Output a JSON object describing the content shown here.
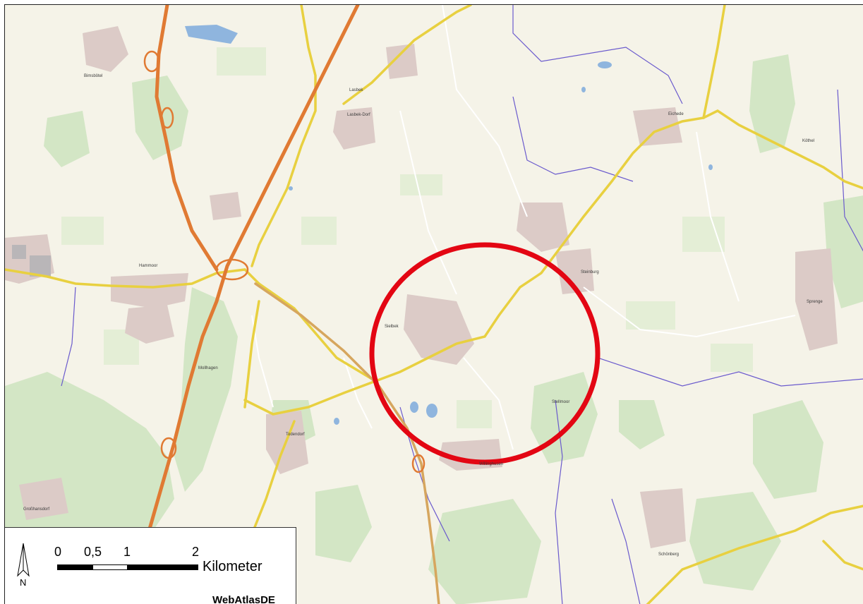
{
  "map": {
    "places": [
      {
        "id": "bimsboetel",
        "label": "Bimsbötel"
      },
      {
        "id": "lasbek",
        "label": "Lasbek"
      },
      {
        "id": "lasbek-dorf",
        "label": "Lasbek-Dorf"
      },
      {
        "id": "hammoor",
        "label": "Hammoor"
      },
      {
        "id": "steinburg",
        "label": "Steinburg"
      },
      {
        "id": "sprenge",
        "label": "Sprenge"
      },
      {
        "id": "todendorf",
        "label": "Todendorf"
      },
      {
        "id": "stellmoor",
        "label": "Stellmoor"
      },
      {
        "id": "schoenberg",
        "label": "Schönberg"
      },
      {
        "id": "eichede",
        "label": "Eichede"
      },
      {
        "id": "mollhagen",
        "label": "Mollhagen"
      },
      {
        "id": "grosshansdorf",
        "label": "Großhansdorf"
      },
      {
        "id": "sielbek",
        "label": "Sielbek"
      },
      {
        "id": "willinghusen",
        "label": "Willinghusen"
      },
      {
        "id": "koethel",
        "label": "Köthel"
      }
    ],
    "colors": {
      "background": "#f5f3e8",
      "forest": "#cfe3c0",
      "forest_dark": "#b9d7a8",
      "settlement": "#d9c9c6",
      "motorway": "#e07a33",
      "trunk": "#d8a25a",
      "primary": "#f2e34c",
      "water": "#7aa7d8",
      "stream": "#6a5acd",
      "marker": "#e30613"
    }
  },
  "legend": {
    "north_label": "N",
    "scale_ticks": [
      "0",
      "0,5",
      "1",
      "2"
    ],
    "scale_unit": "Kilometer",
    "credit": "WebAtlasDE"
  }
}
